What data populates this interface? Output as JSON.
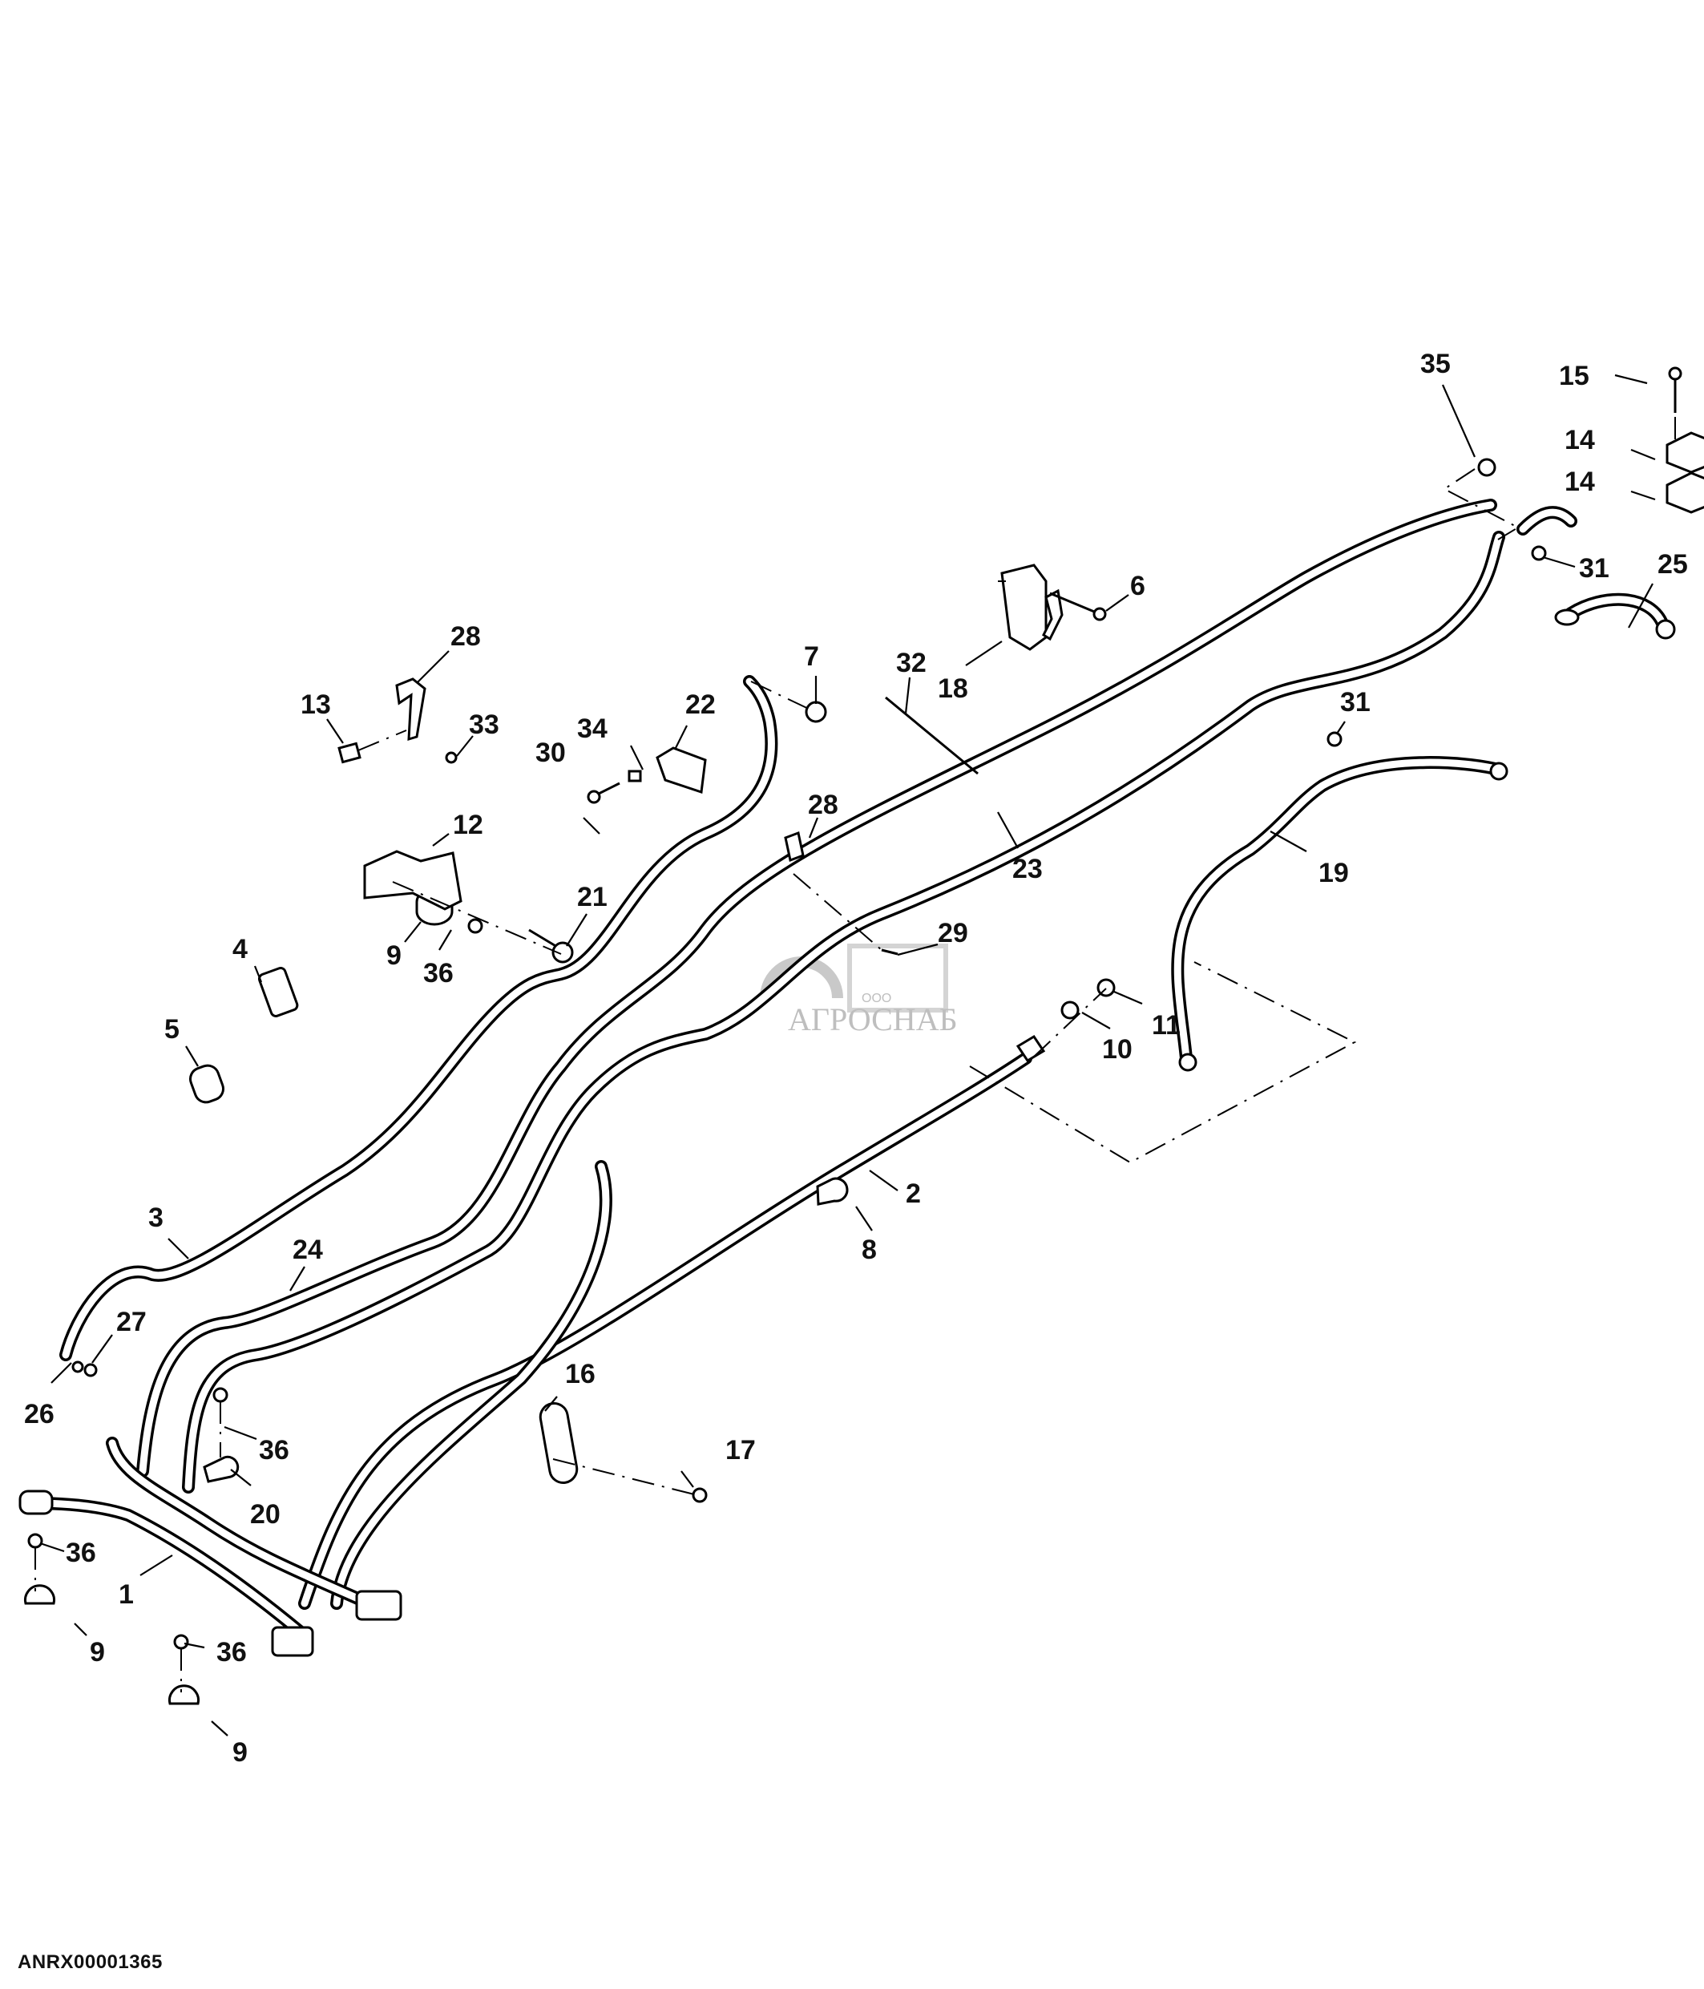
{
  "figure": {
    "id": "ANRX00001365",
    "watermark": {
      "prefix": "ООО",
      "brand": "АГРОСНАБ"
    }
  },
  "callouts": [
    {
      "key": "c1",
      "label": "1"
    },
    {
      "key": "c2",
      "label": "2"
    },
    {
      "key": "c3",
      "label": "3"
    },
    {
      "key": "c4",
      "label": "4"
    },
    {
      "key": "c5",
      "label": "5"
    },
    {
      "key": "c6",
      "label": "6"
    },
    {
      "key": "c7",
      "label": "7"
    },
    {
      "key": "c8",
      "label": "8"
    },
    {
      "key": "c9a",
      "label": "9"
    },
    {
      "key": "c9b",
      "label": "9"
    },
    {
      "key": "c9c",
      "label": "9"
    },
    {
      "key": "c10",
      "label": "10"
    },
    {
      "key": "c11",
      "label": "11"
    },
    {
      "key": "c12",
      "label": "12"
    },
    {
      "key": "c13",
      "label": "13"
    },
    {
      "key": "c14a",
      "label": "14"
    },
    {
      "key": "c14b",
      "label": "14"
    },
    {
      "key": "c15",
      "label": "15"
    },
    {
      "key": "c16",
      "label": "16"
    },
    {
      "key": "c17",
      "label": "17"
    },
    {
      "key": "c18",
      "label": "18"
    },
    {
      "key": "c19",
      "label": "19"
    },
    {
      "key": "c20",
      "label": "20"
    },
    {
      "key": "c21",
      "label": "21"
    },
    {
      "key": "c22",
      "label": "22"
    },
    {
      "key": "c23",
      "label": "23"
    },
    {
      "key": "c24",
      "label": "24"
    },
    {
      "key": "c25",
      "label": "25"
    },
    {
      "key": "c26",
      "label": "26"
    },
    {
      "key": "c27",
      "label": "27"
    },
    {
      "key": "c28a",
      "label": "28"
    },
    {
      "key": "c28b",
      "label": "28"
    },
    {
      "key": "c29",
      "label": "29"
    },
    {
      "key": "c30",
      "label": "30"
    },
    {
      "key": "c31a",
      "label": "31"
    },
    {
      "key": "c31b",
      "label": "31"
    },
    {
      "key": "c32",
      "label": "32"
    },
    {
      "key": "c33",
      "label": "33"
    },
    {
      "key": "c34",
      "label": "34"
    },
    {
      "key": "c35",
      "label": "35"
    },
    {
      "key": "c36a",
      "label": "36"
    },
    {
      "key": "c36b",
      "label": "36"
    },
    {
      "key": "c36c",
      "label": "36"
    },
    {
      "key": "c36d",
      "label": "36"
    }
  ]
}
